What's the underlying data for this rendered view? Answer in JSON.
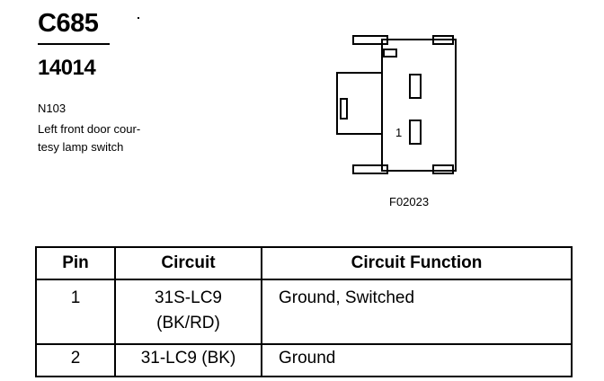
{
  "connector": {
    "id": "C685",
    "part_number": "14014",
    "location_code": "N103",
    "description_lines": [
      "Left front door cour-",
      "tesy lamp switch"
    ]
  },
  "diagram": {
    "pin_callout": "1",
    "figure_code": "F02023"
  },
  "table": {
    "headers": {
      "pin": "Pin",
      "circuit": "Circuit",
      "function": "Circuit Function"
    },
    "rows": [
      {
        "pin": "1",
        "circuit_lines": [
          "31S-LC9",
          "(BK/RD)"
        ],
        "function": "Ground, Switched"
      },
      {
        "pin": "2",
        "circuit_lines": [
          "31-LC9 (BK)"
        ],
        "function": "Ground"
      }
    ]
  }
}
